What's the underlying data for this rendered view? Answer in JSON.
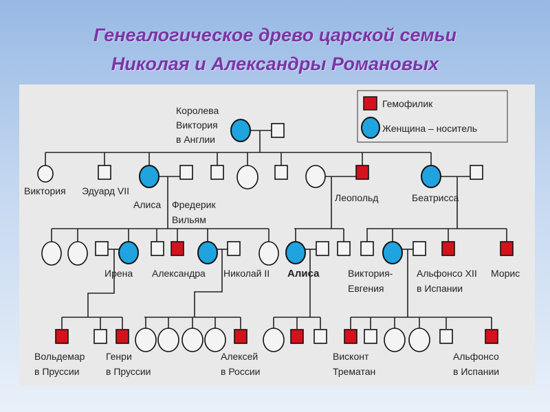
{
  "title": {
    "line1": "Генеалогическое древо царской семьи",
    "line2": "Николая и Александры Романовых"
  },
  "colors": {
    "hemophiliac": "#d4121c",
    "carrier": "#1fa4e0",
    "title": "#7a35a6"
  },
  "legend": {
    "hemophiliac": "Гемофилик",
    "carrier": "Женщина – носитель"
  },
  "labels": {
    "queen_1": "Королева",
    "queen_2": "Виктория",
    "queen_3": "в Англии",
    "victoria": "Виктория",
    "edward": "Эдуард VII",
    "alice": "Алиса",
    "frederick_1": "Фредерик",
    "frederick_2": "Вильям",
    "leopold": "Леопольд",
    "beatrice": "Беатрисса",
    "irene": "Ирена",
    "alexandra": "Александра",
    "nicholas": "Николай II",
    "alice2": "Алиса",
    "ve_1": "Виктория-",
    "ve_2": "Евгения",
    "alfonso12_1": "Альфонсо XII",
    "alfonso12_2": "в Испании",
    "maurice": "Морис",
    "waldemar_1": "Вольдемар",
    "waldemar_2": "в Пруссии",
    "henry_1": "Генри",
    "henry_2": "в Пруссии",
    "alexei_1": "Алексей",
    "alexei_2": "в России",
    "viscount_1": "Висконт",
    "viscount_2": "Трематан",
    "alfonso_1": "Альфонсо",
    "alfonso_2": "в Испании"
  }
}
